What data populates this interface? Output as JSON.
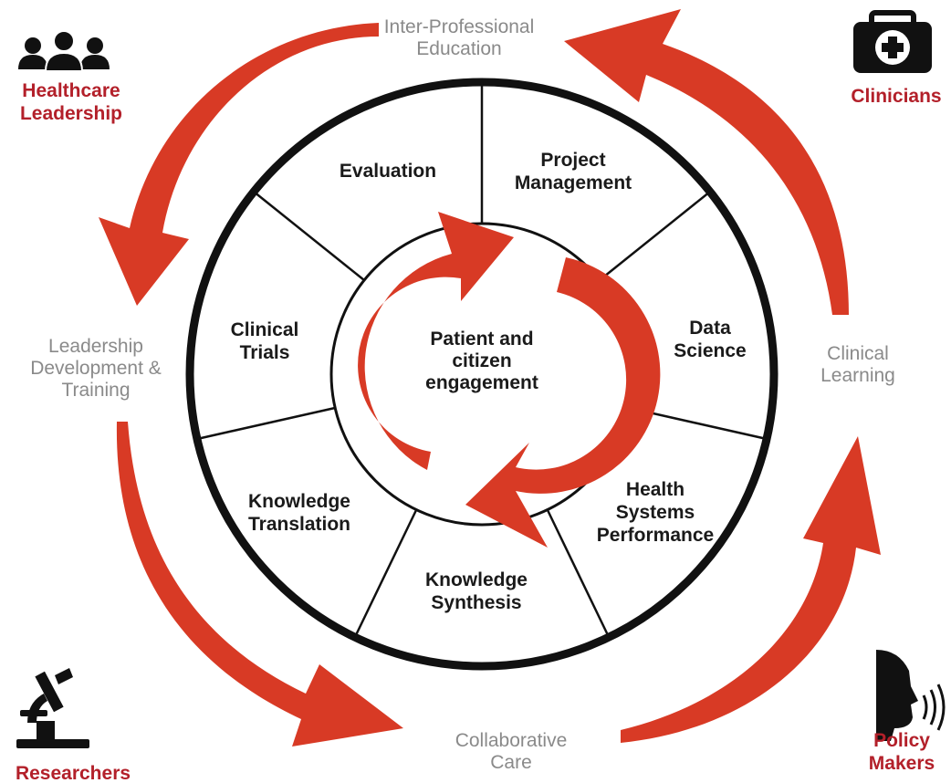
{
  "colors": {
    "accent_red": "#d83a25",
    "stakeholder_label": "#b3202a",
    "flow_label": "#8a8a8a",
    "ring": "#111111",
    "text": "#1a1a1a"
  },
  "wheel": {
    "center": {
      "line1": "Patient and",
      "line2": "citizen",
      "line3": "engagement"
    },
    "segments": [
      {
        "id": "evaluation",
        "lines": [
          "Evaluation"
        ]
      },
      {
        "id": "project-management",
        "lines": [
          "Project",
          "Management"
        ]
      },
      {
        "id": "data-science",
        "lines": [
          "Data",
          "Science"
        ]
      },
      {
        "id": "health-systems-performance",
        "lines": [
          "Health",
          "Systems",
          "Performance"
        ]
      },
      {
        "id": "knowledge-synthesis",
        "lines": [
          "Knowledge",
          "Synthesis"
        ]
      },
      {
        "id": "knowledge-translation",
        "lines": [
          "Knowledge",
          "Translation"
        ]
      },
      {
        "id": "clinical-trials",
        "lines": [
          "Clinical",
          "Trials"
        ]
      }
    ]
  },
  "outer_flows": {
    "top": {
      "line1": "Inter-Professional",
      "line2": "Education"
    },
    "left": {
      "line1": "Leadership",
      "line2": "Development &",
      "line3": "Training"
    },
    "right": {
      "line1": "Clinical",
      "line2": "Learning"
    },
    "bottom": {
      "line1": "Collaborative",
      "line2": "Care"
    }
  },
  "stakeholders": {
    "top_left": {
      "icon": "group-of-people-icon",
      "line1": "Healthcare",
      "line2": "Leadership"
    },
    "top_right": {
      "icon": "medical-kit-icon",
      "line1": "Clinicians"
    },
    "bottom_left": {
      "icon": "microscope-icon",
      "line1": "Researchers"
    },
    "bottom_right": {
      "icon": "speaking-head-icon",
      "line1": "Policy",
      "line2": "Makers"
    }
  }
}
